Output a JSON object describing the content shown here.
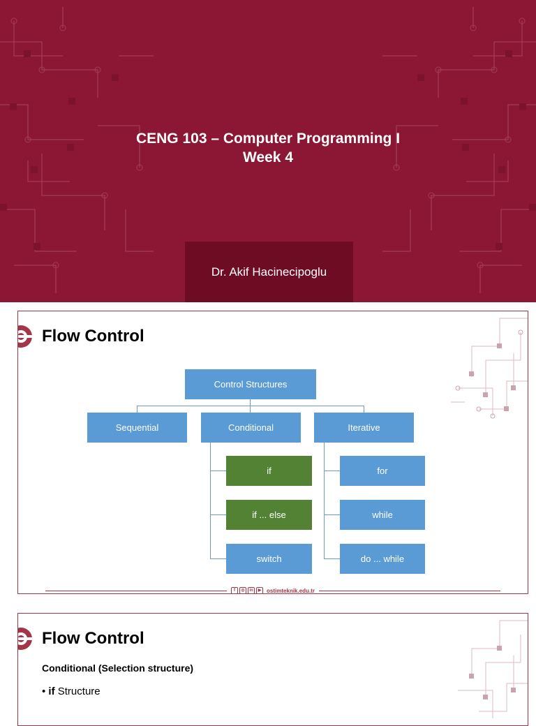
{
  "title_slide": {
    "line1": "CENG 103 – Computer Programming I",
    "line2": "Week 4",
    "author": "Dr. Akif Hacinecipoglu",
    "bg_color": "#8b1734",
    "author_bg": "#6e0c24"
  },
  "slide2": {
    "heading": "Flow Control",
    "diagram": {
      "root": "Control Structures",
      "categories": [
        "Sequential",
        "Conditional",
        "Iterative"
      ],
      "conditional_items": [
        "if",
        "if ... else",
        "switch"
      ],
      "iterative_items": [
        "for",
        "while",
        "do ... while"
      ],
      "colors": {
        "blue": "#5b9bd5",
        "green": "#548235"
      }
    },
    "footer": {
      "social_icons": [
        "f",
        "◎",
        "in",
        "▶"
      ],
      "site": "ostimteknik.edu.tr"
    }
  },
  "slide3": {
    "heading": "Flow Control",
    "subheading": "Conditional (Selection structure)",
    "bullet_keyword": "if",
    "bullet_text": " Structure"
  }
}
